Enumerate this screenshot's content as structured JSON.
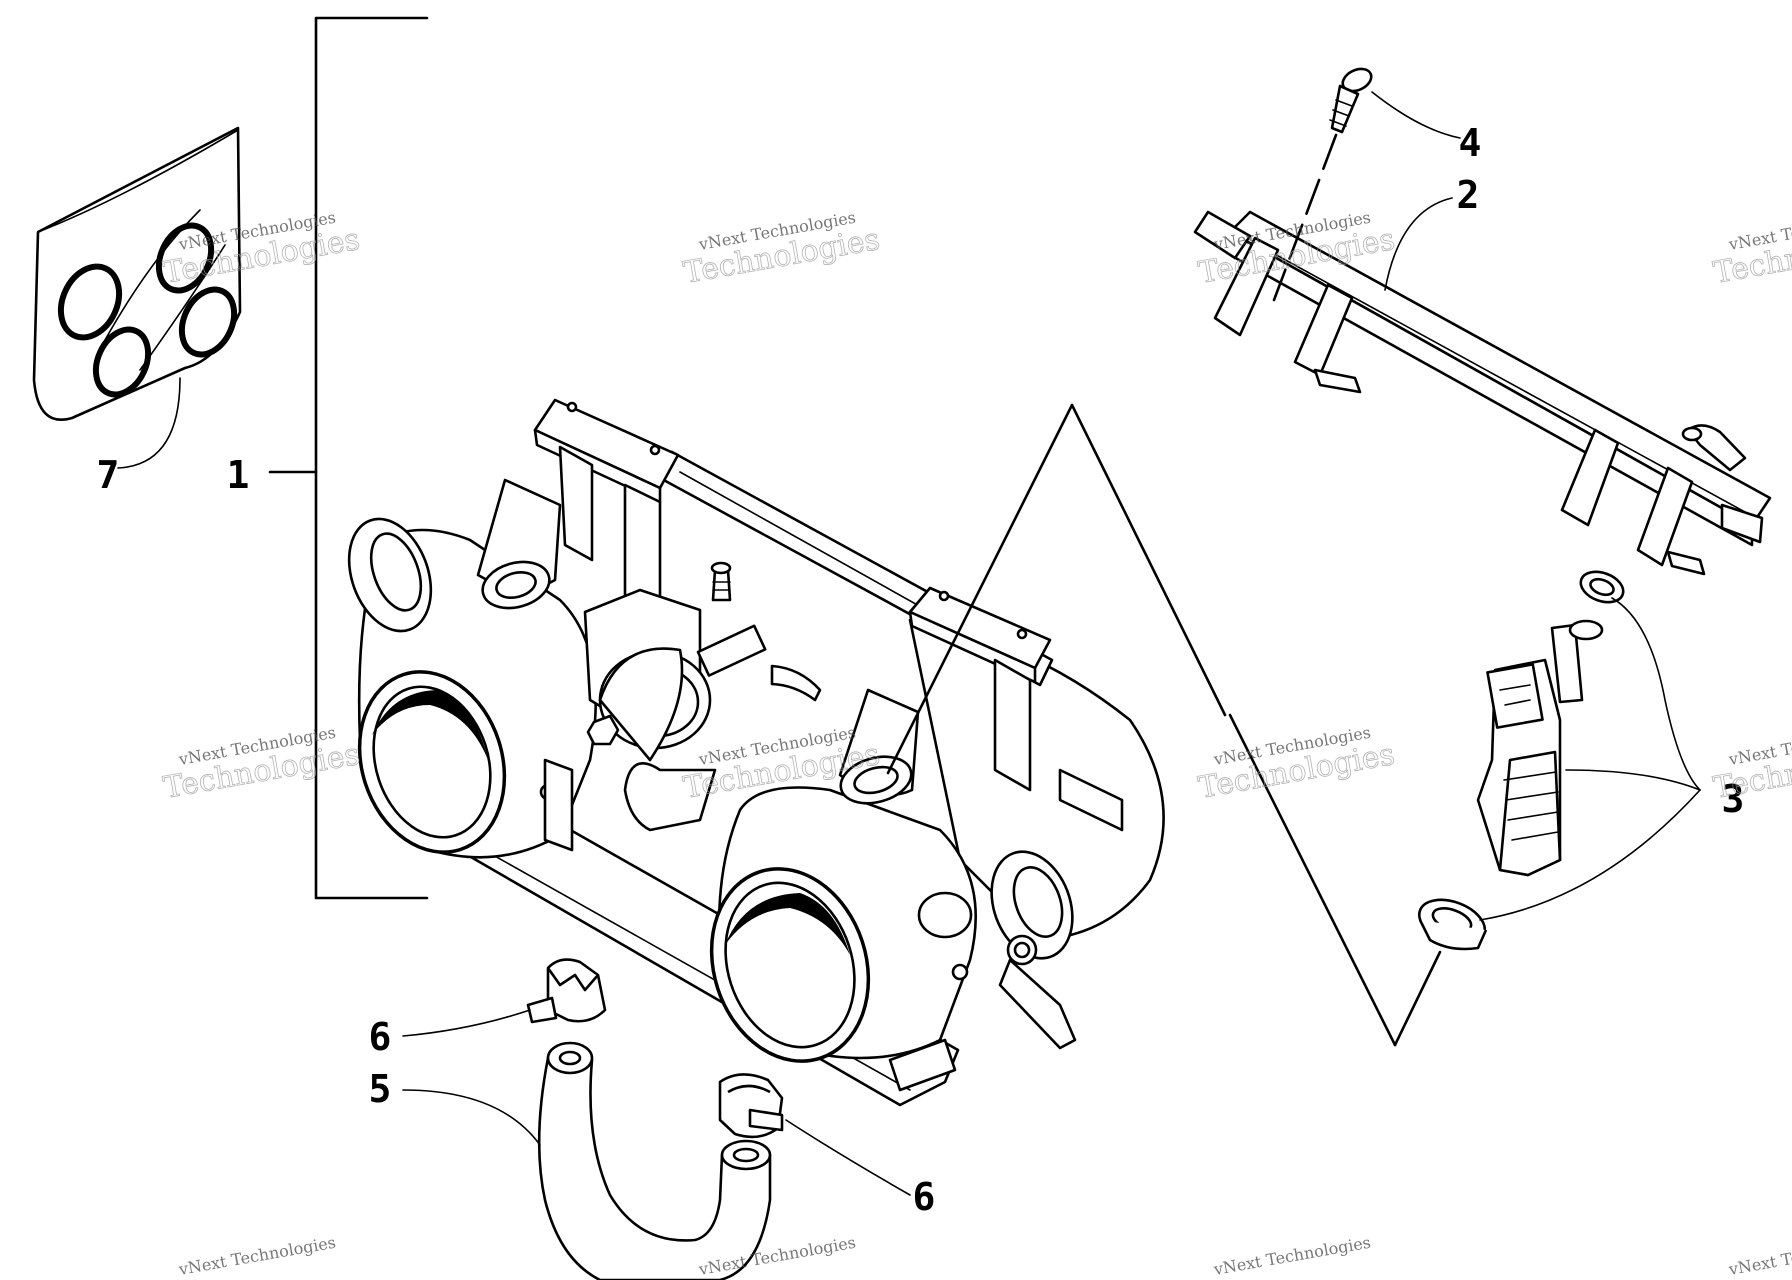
{
  "callouts": {
    "c1": "1",
    "c2": "2",
    "c3": "3",
    "c4": "4",
    "c5": "5",
    "c6a": "6",
    "c6b": "6",
    "c7": "7"
  },
  "watermark": {
    "line1": "vNext Technologies",
    "line2": "Technologies"
  }
}
